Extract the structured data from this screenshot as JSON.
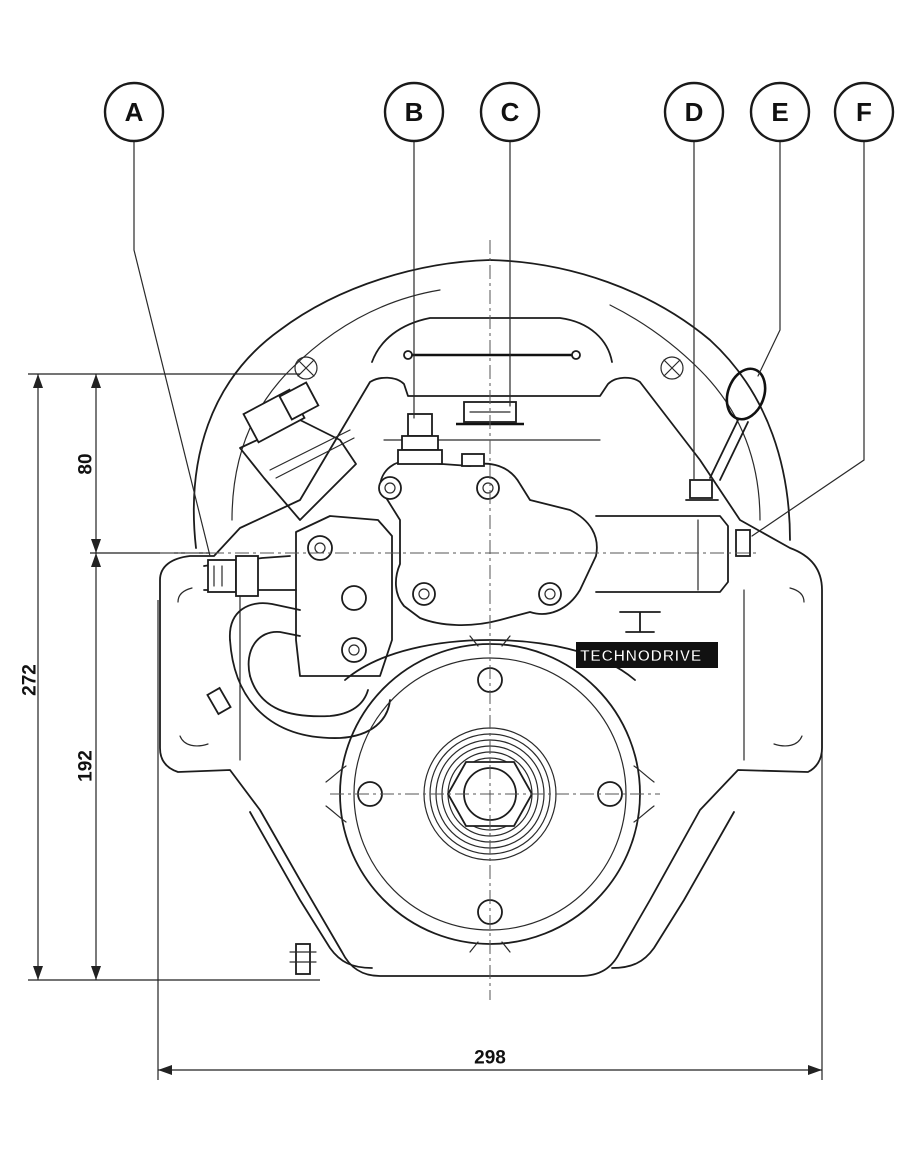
{
  "callouts": [
    {
      "letter": "A"
    },
    {
      "letter": "B"
    },
    {
      "letter": "C"
    },
    {
      "letter": "D"
    },
    {
      "letter": "E"
    },
    {
      "letter": "F"
    }
  ],
  "dimensions": {
    "overall_height": "272",
    "upper_offset": "80",
    "lower_offset": "192",
    "overall_width": "298"
  },
  "brand": "TECHNODRIVE"
}
